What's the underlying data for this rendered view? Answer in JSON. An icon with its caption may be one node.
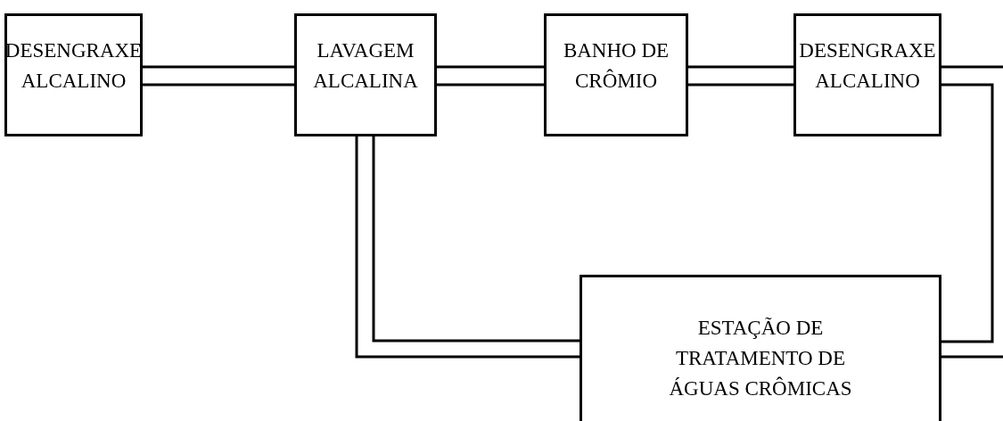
{
  "diagram": {
    "nodes": [
      {
        "text": [
          "DESENGRAXE ALCALINO"
        ]
      },
      {
        "text": [
          "LAVAGEM ALCALINA"
        ]
      },
      {
        "text": [
          "BANHO DE CRÔMIO"
        ]
      },
      {
        "text": [
          "DESENGRAXE ALCALINO"
        ]
      },
      {
        "text": [
          "ESTAÇÃO DE TRATAMENTO DE ÁGUAS CRÔMICAS"
        ]
      }
    ],
    "edges": [
      {
        "from": 0,
        "to": 1,
        "arrow": "none"
      },
      {
        "from": 0,
        "to": 1,
        "arrow": "none"
      },
      {
        "from": 1,
        "to": 2,
        "arrow": "none"
      },
      {
        "from": 1,
        "to": 2,
        "arrow": "none"
      },
      {
        "from": 2,
        "to": 3,
        "arrow": "none"
      },
      {
        "from": 2,
        "to": 3,
        "arrow": "none"
      },
      {
        "from": 3,
        "to": null,
        "arrow": "none"
      },
      {
        "from": 3,
        "to": 4,
        "arrow": "none"
      },
      {
        "from": 4,
        "to": null,
        "arrow": "none"
      },
      {
        "from": 1,
        "to": 4,
        "arrow": "none"
      },
      {
        "from": 1,
        "to": 4,
        "arrow": "none"
      }
    ]
  }
}
